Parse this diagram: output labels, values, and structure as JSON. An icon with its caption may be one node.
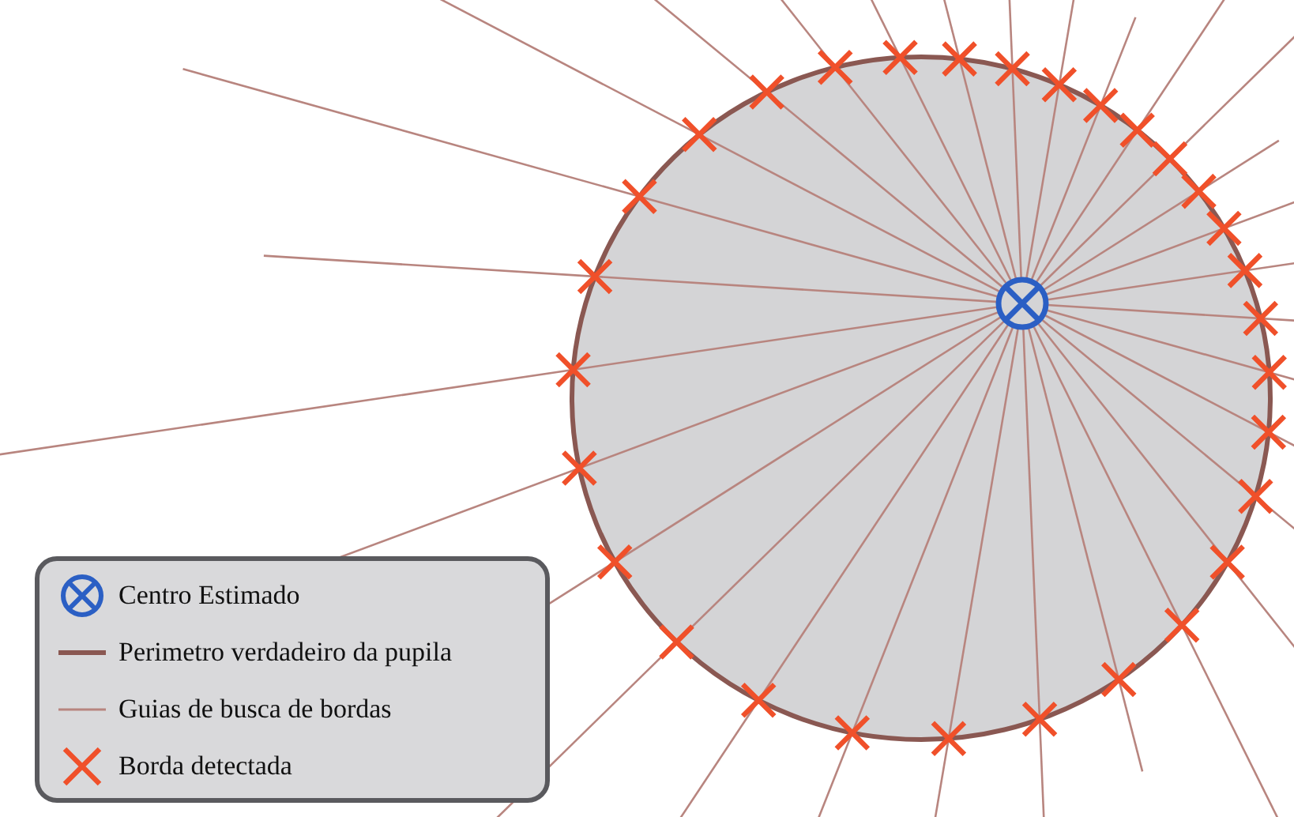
{
  "diagram": {
    "legend": [
      {
        "text": "Centro Estimado"
      },
      {
        "text": "Perimetro verdadeiro da pupila"
      },
      {
        "text": "Guias de busca de bordas"
      },
      {
        "text": "Borda detectada"
      }
    ]
  }
}
